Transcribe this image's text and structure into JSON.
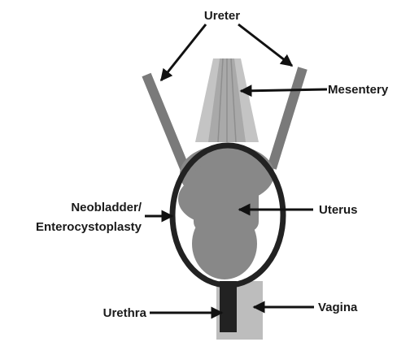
{
  "labels": {
    "ureter": "Ureter",
    "mesentery": "Mesentery",
    "neobladder_line1": "Neobladder/",
    "neobladder_line2": "Enterocystoplasty",
    "uterus": "Uterus",
    "urethra": "Urethra",
    "vagina": "Vagina"
  },
  "colors": {
    "ureter": "#7a7a7a",
    "mesentery_outer": "#c4c4c4",
    "mesentery_inner": "#a9a9a9",
    "uterus": "#888888",
    "bladder_outline": "#222222",
    "urethra": "#222222",
    "vagina": "#bdbdbd",
    "arrow": "#111111",
    "text": "#1a1a1a"
  }
}
